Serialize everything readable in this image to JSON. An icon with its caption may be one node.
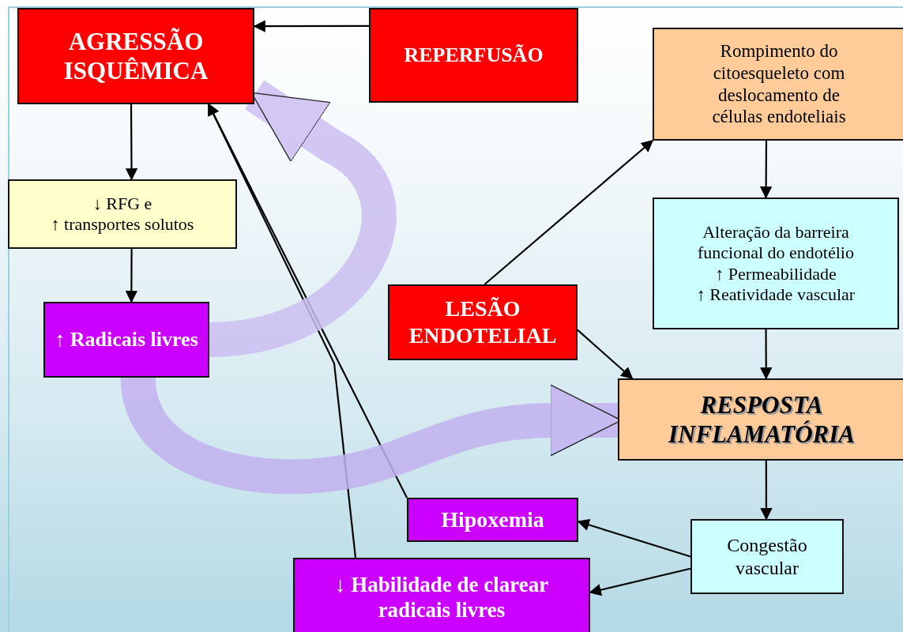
{
  "diagram": {
    "nodes": [
      {
        "text": [
          "AGRESSÃO ISQUÊMICA"
        ]
      },
      {
        "text": [
          "REPERFUSÃO"
        ]
      },
      {
        "text": [
          "↓ RFG e",
          "↑ transportes solutos"
        ]
      },
      {
        "text": [
          "↑ Radicais livres"
        ]
      },
      {
        "text": [
          "LESÃO ENDOTELIAL"
        ]
      },
      {
        "text": [
          "Rompimento do citoesqueleto com deslocamento de células endoteliais"
        ]
      },
      {
        "text": [
          "Alteração da barreira funcional do endotélio",
          "↑ Permeabilidade",
          "↑ Reatividade vascular"
        ]
      },
      {
        "text": [
          "RESPOSTA INFLAMATÓRIA"
        ]
      },
      {
        "text": [
          "Hipoxemia"
        ]
      },
      {
        "text": [
          "Congestão vascular"
        ]
      },
      {
        "text": [
          "↓ Habilidade de clarear radicais livres"
        ]
      }
    ],
    "edges": [
      {
        "from": 1,
        "to": 0,
        "arrow": "to"
      },
      {
        "from": 0,
        "to": 2,
        "arrow": "to"
      },
      {
        "from": 2,
        "to": 3,
        "arrow": "to"
      },
      {
        "from": 4,
        "to": 5,
        "arrow": "to"
      },
      {
        "from": 5,
        "to": 6,
        "arrow": "to"
      },
      {
        "from": 6,
        "to": 7,
        "arrow": "to"
      },
      {
        "from": 4,
        "to": 7,
        "arrow": "to"
      },
      {
        "from": 7,
        "to": 9,
        "arrow": "to"
      },
      {
        "from": 9,
        "to": 8,
        "arrow": "to"
      },
      {
        "from": 9,
        "to": 10,
        "arrow": "to"
      },
      {
        "from": 8,
        "to": 0,
        "arrow": "to"
      },
      {
        "from": 10,
        "to": 0,
        "arrow": "to"
      },
      {
        "from": 3,
        "to": 0,
        "arrow": "to",
        "style": "thick",
        "color": "#cdbff2"
      },
      {
        "from": 3,
        "to": 7,
        "arrow": "to",
        "style": "thick",
        "color": "#c3b2f0"
      }
    ]
  }
}
